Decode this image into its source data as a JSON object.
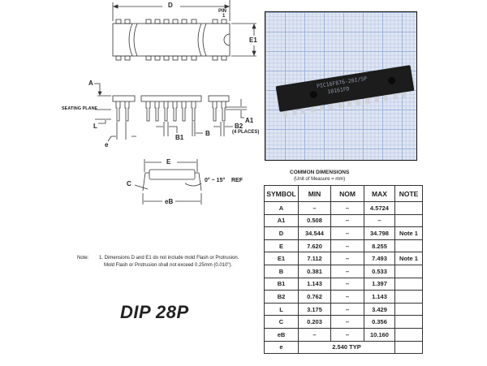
{
  "drawing_labels": {
    "D": "D",
    "pin": "PIN",
    "pin_num": "1",
    "E1": "E1",
    "A": "A",
    "seating_plane": "SEATING PLANE",
    "L": "L",
    "e": "e",
    "B1": "B1",
    "B": "B",
    "B2": "B2",
    "four_places": "(4 PLACES)",
    "A1": "A1",
    "E": "E",
    "C": "C",
    "angle": "0° ~ 15°",
    "ref": "REF",
    "eB": "eB"
  },
  "photo": {
    "marking_line1": "PIC16F876-20I/SP",
    "marking_line2": "10161FD"
  },
  "table": {
    "title": "COMMON DIMENSIONS",
    "subtitle": "(Unit of Measure = mm)",
    "headers": [
      "SYMBOL",
      "MIN",
      "NOM",
      "MAX",
      "NOTE"
    ],
    "rows": [
      [
        "A",
        "–",
        "–",
        "4.5724",
        ""
      ],
      [
        "A1",
        "0.508",
        "–",
        "–",
        ""
      ],
      [
        "D",
        "34.544",
        "–",
        "34.798",
        "Note 1"
      ],
      [
        "E",
        "7.620",
        "–",
        "8.255",
        ""
      ],
      [
        "E1",
        "7.112",
        "–",
        "7.493",
        "Note 1"
      ],
      [
        "B",
        "0.381",
        "–",
        "0.533",
        ""
      ],
      [
        "B1",
        "1.143",
        "–",
        "1.397",
        ""
      ],
      [
        "B2",
        "0.762",
        "–",
        "1.143",
        ""
      ],
      [
        "L",
        "3.175",
        "–",
        "3.429",
        ""
      ],
      [
        "C",
        "0.203",
        "–",
        "0.356",
        ""
      ],
      [
        "eB",
        "–",
        "–",
        "10.160",
        ""
      ]
    ],
    "last_row": {
      "symbol": "e",
      "value": "2.540 TYP"
    }
  },
  "note": {
    "label": "Note:",
    "line1": "1. Dimensions D and E1 do not include mold Flash or Protrusion.",
    "line2": "Mold Flash or Protrusion shall not exceed 0.25mm (0.010\")."
  },
  "package_title": "DIP 28P"
}
